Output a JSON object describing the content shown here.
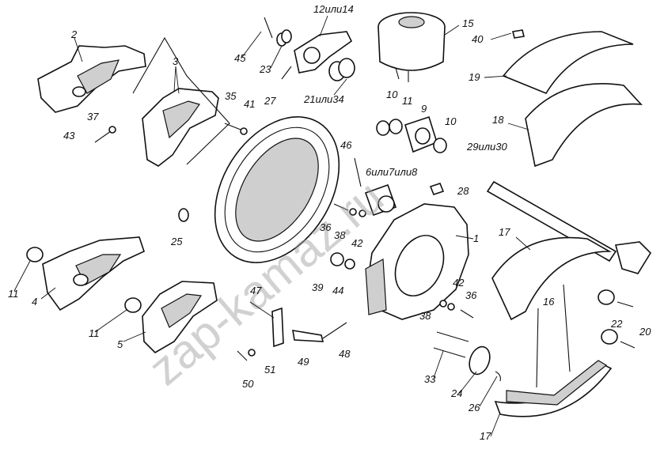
{
  "watermark": "zap-kamaz.ru",
  "labels": {
    "l1": "1",
    "l2": "2",
    "l3": "3",
    "l4": "4",
    "l5": "5",
    "l9": "9",
    "l10a": "10",
    "l10b": "10",
    "l11a": "11",
    "l11b": "11",
    "l11c": "11",
    "l12": "12или14",
    "l15": "15",
    "l16": "16",
    "l17a": "17",
    "l17b": "17",
    "l18": "18",
    "l19": "19",
    "l20": "20",
    "l21": "21или34",
    "l22": "22",
    "l23": "23",
    "l24": "24",
    "l25": "25",
    "l26": "26",
    "l27": "27",
    "l28": "28",
    "l29": "29или30",
    "l33": "33",
    "l35": "35",
    "l36a": "36",
    "l36b": "36",
    "l37": "37",
    "l38a": "38",
    "l38b": "38",
    "l39": "39",
    "l40": "40",
    "l41": "41",
    "l42a": "42",
    "l42b": "42",
    "l43": "43",
    "l44": "44",
    "l45": "45",
    "l46": "46",
    "l47": "47",
    "l48": "48",
    "l49": "49",
    "l50": "50",
    "l51": "51",
    "l6": "6или7или8"
  }
}
